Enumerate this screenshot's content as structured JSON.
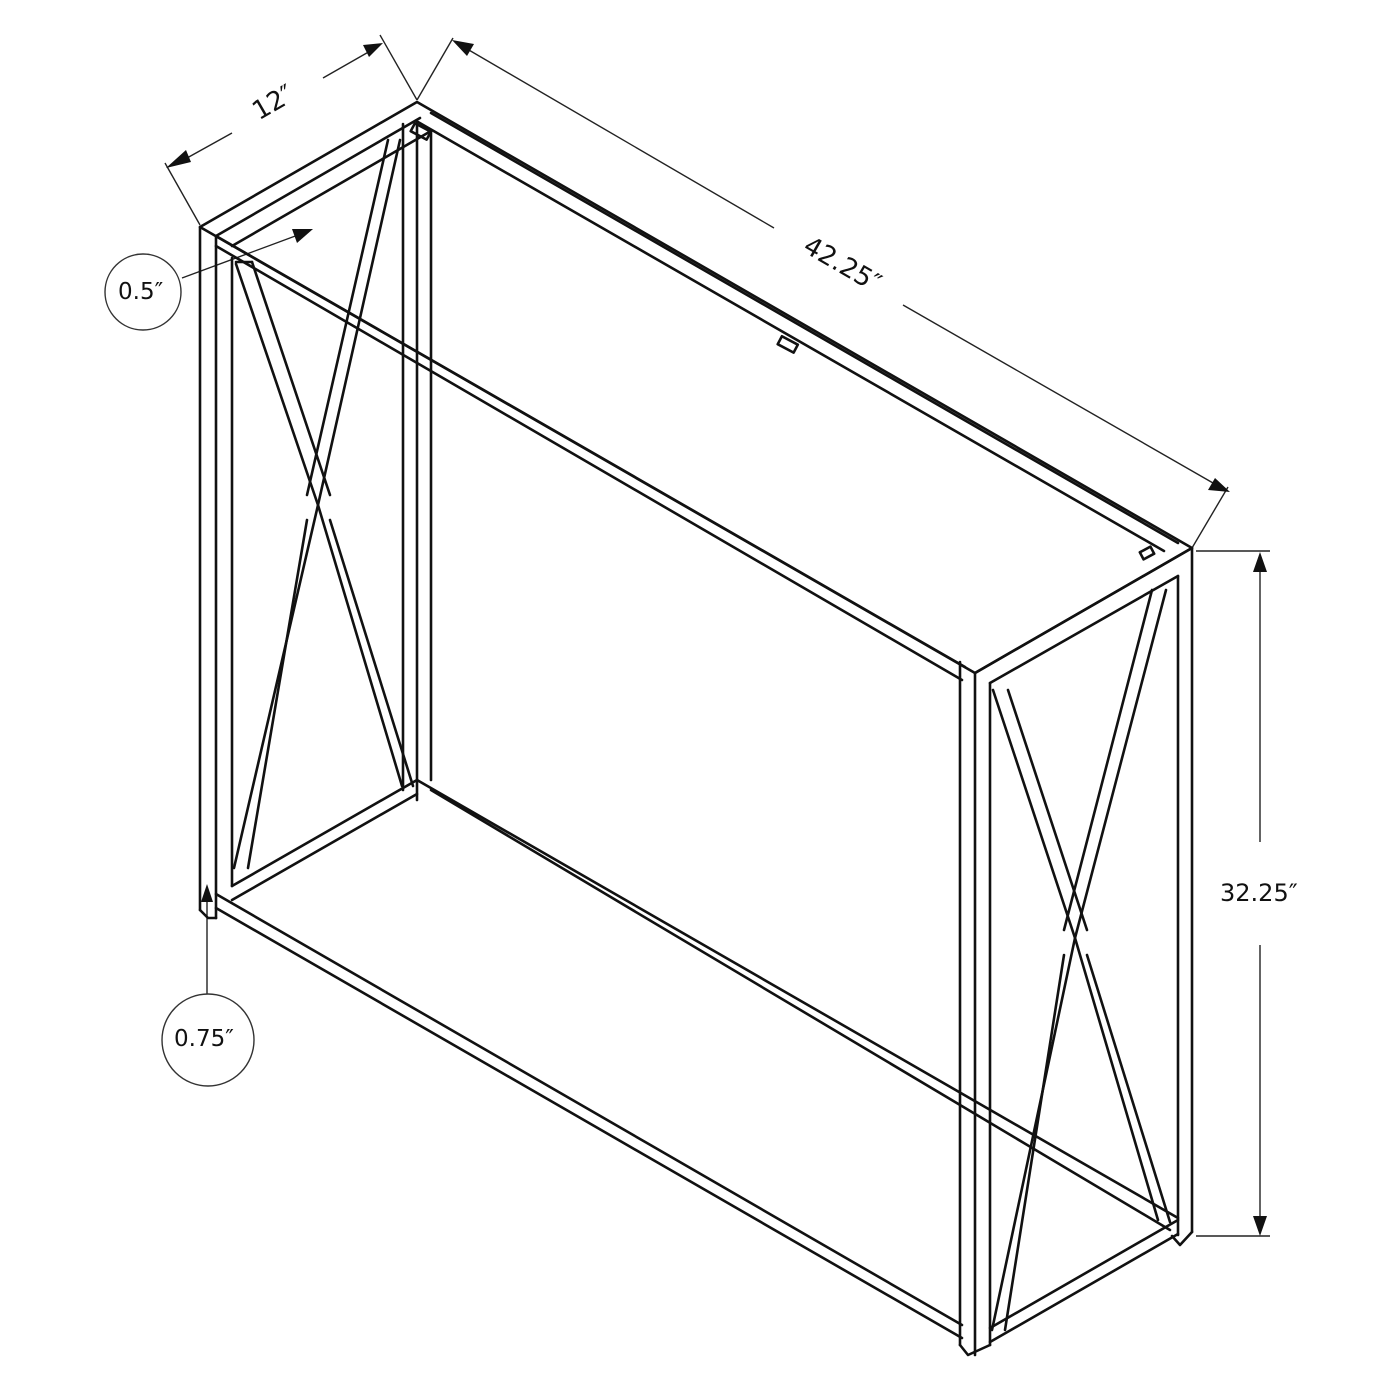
{
  "diagram": {
    "subject": "Console table with X-brace sides and lower shelf frame",
    "line_color": "#111111",
    "background": "#ffffff",
    "dimensions": {
      "depth": "12″",
      "width": "42.25″",
      "height": "32.25″",
      "top_frame_thickness": "0.5″",
      "leg_foot_height": "0.75″"
    }
  }
}
